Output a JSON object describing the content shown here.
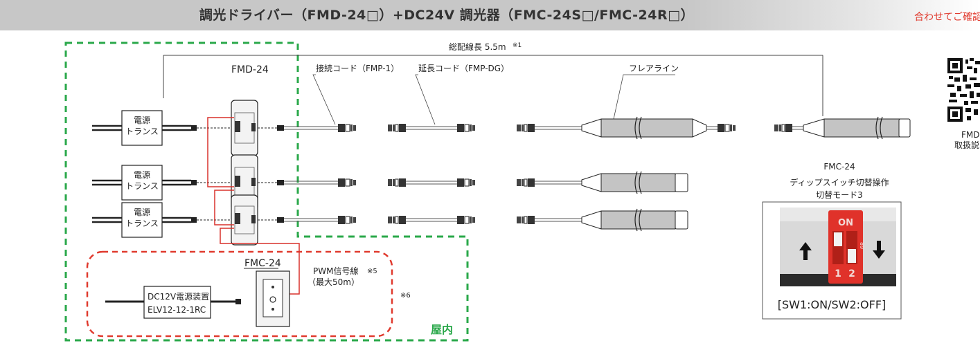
{
  "header": {
    "title": "調光ドライバー（FMD-24□）+DC24V 調光器（FMC-24S□/FMC-24R□）",
    "note": "合わせてご確認"
  },
  "diagram": {
    "total_length": "総配線長 5.5m",
    "total_length_note": "※1",
    "fmd_label": "FMD-24",
    "fmp1_label": "接続コード（FMP-1）",
    "fmpdg_label": "延長コード（FMP-DG）",
    "flare_label": "フレアライン",
    "transformers": [
      {
        "line1": "電源",
        "line2": "トランス"
      },
      {
        "line1": "電源",
        "line2": "トランス"
      },
      {
        "line1": "電源",
        "line2": "トランス"
      }
    ],
    "fmc_label": "FMC-24",
    "pwm_label": "PWM信号線",
    "pwm_note": "※5",
    "pwm_max": "（最大50m）",
    "note6": "※6",
    "psu_line1": "DC12V電源装置",
    "psu_line2": "ELV12-12-1RC",
    "indoor": "屋内"
  },
  "qr": {
    "caption1": "FMD",
    "caption2": "取扱説"
  },
  "dip": {
    "title1": "FMC-24",
    "title2": "ディップスイッチ切替操作",
    "title3": "切替モード3",
    "on_label": "ON",
    "num1": "1",
    "num2": "2",
    "side": "89",
    "caption": "[SW1:ON/SW2:OFF]"
  },
  "colors": {
    "green": "#2aa84a",
    "red": "#e03a2e",
    "wire_red": "#d9312b"
  }
}
